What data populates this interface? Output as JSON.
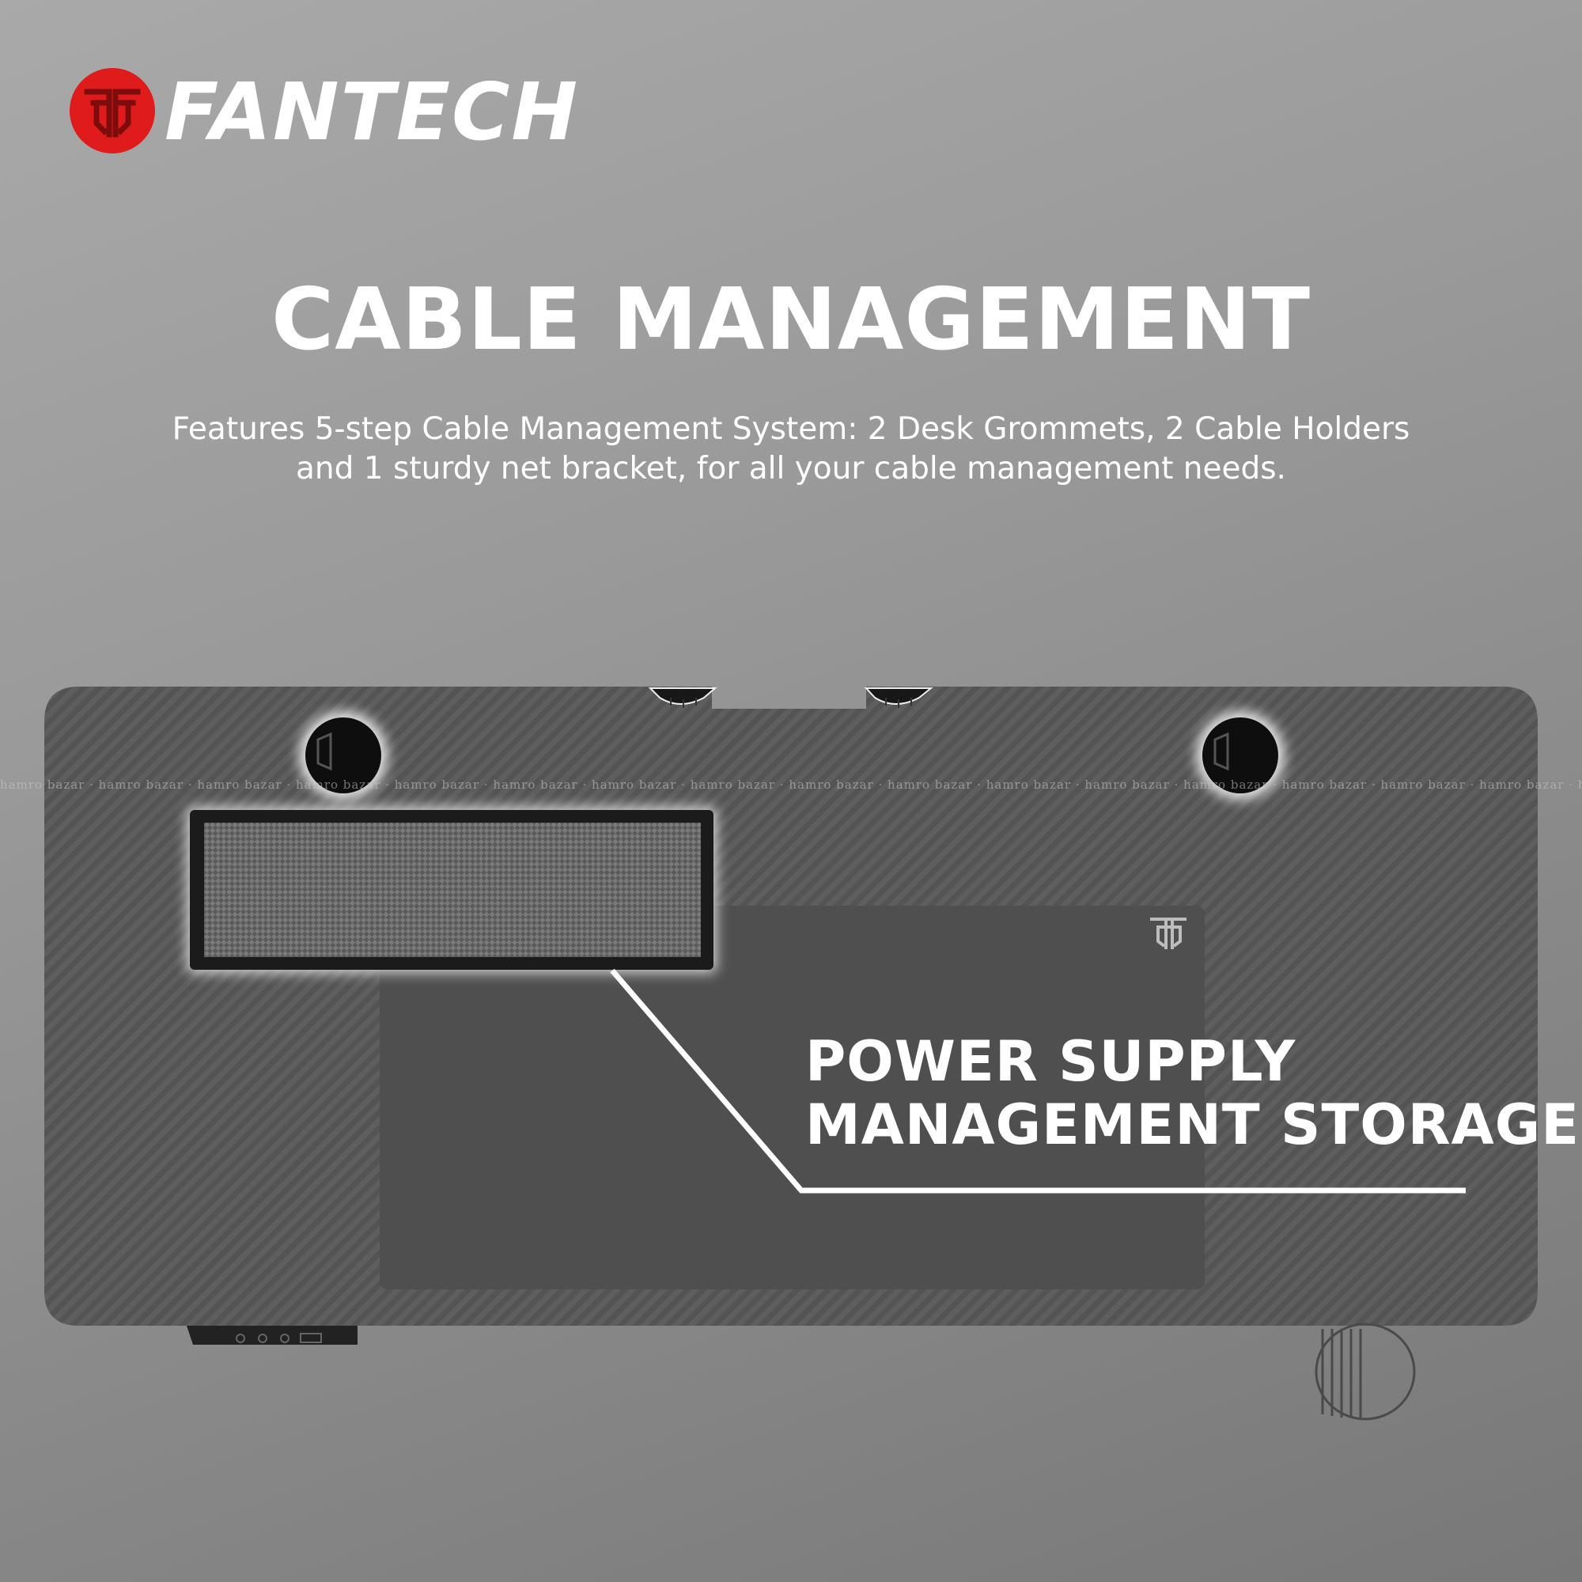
{
  "brand": {
    "name": "FANTECH",
    "badge_color": "#e01b1b",
    "logo_icon": "fantech-ft-logo-icon"
  },
  "headline": "CABLE MANAGEMENT",
  "description": {
    "line1": "Features 5-step Cable Management System: 2 Desk Grommets, 2 Cable Holders",
    "line2": "and 1 sturdy net bracket, for all your cable management needs."
  },
  "callout": {
    "line1": "POWER SUPPLY",
    "line2": "MANAGEMENT STORAGE"
  },
  "watermark": "hamro bazar",
  "icons": {
    "grommet": "desk-grommet-icon",
    "holder": "cable-holder-icon",
    "net": "net-bracket-icon",
    "remote": "height-control-icon",
    "hook": "headphone-hook-icon"
  }
}
